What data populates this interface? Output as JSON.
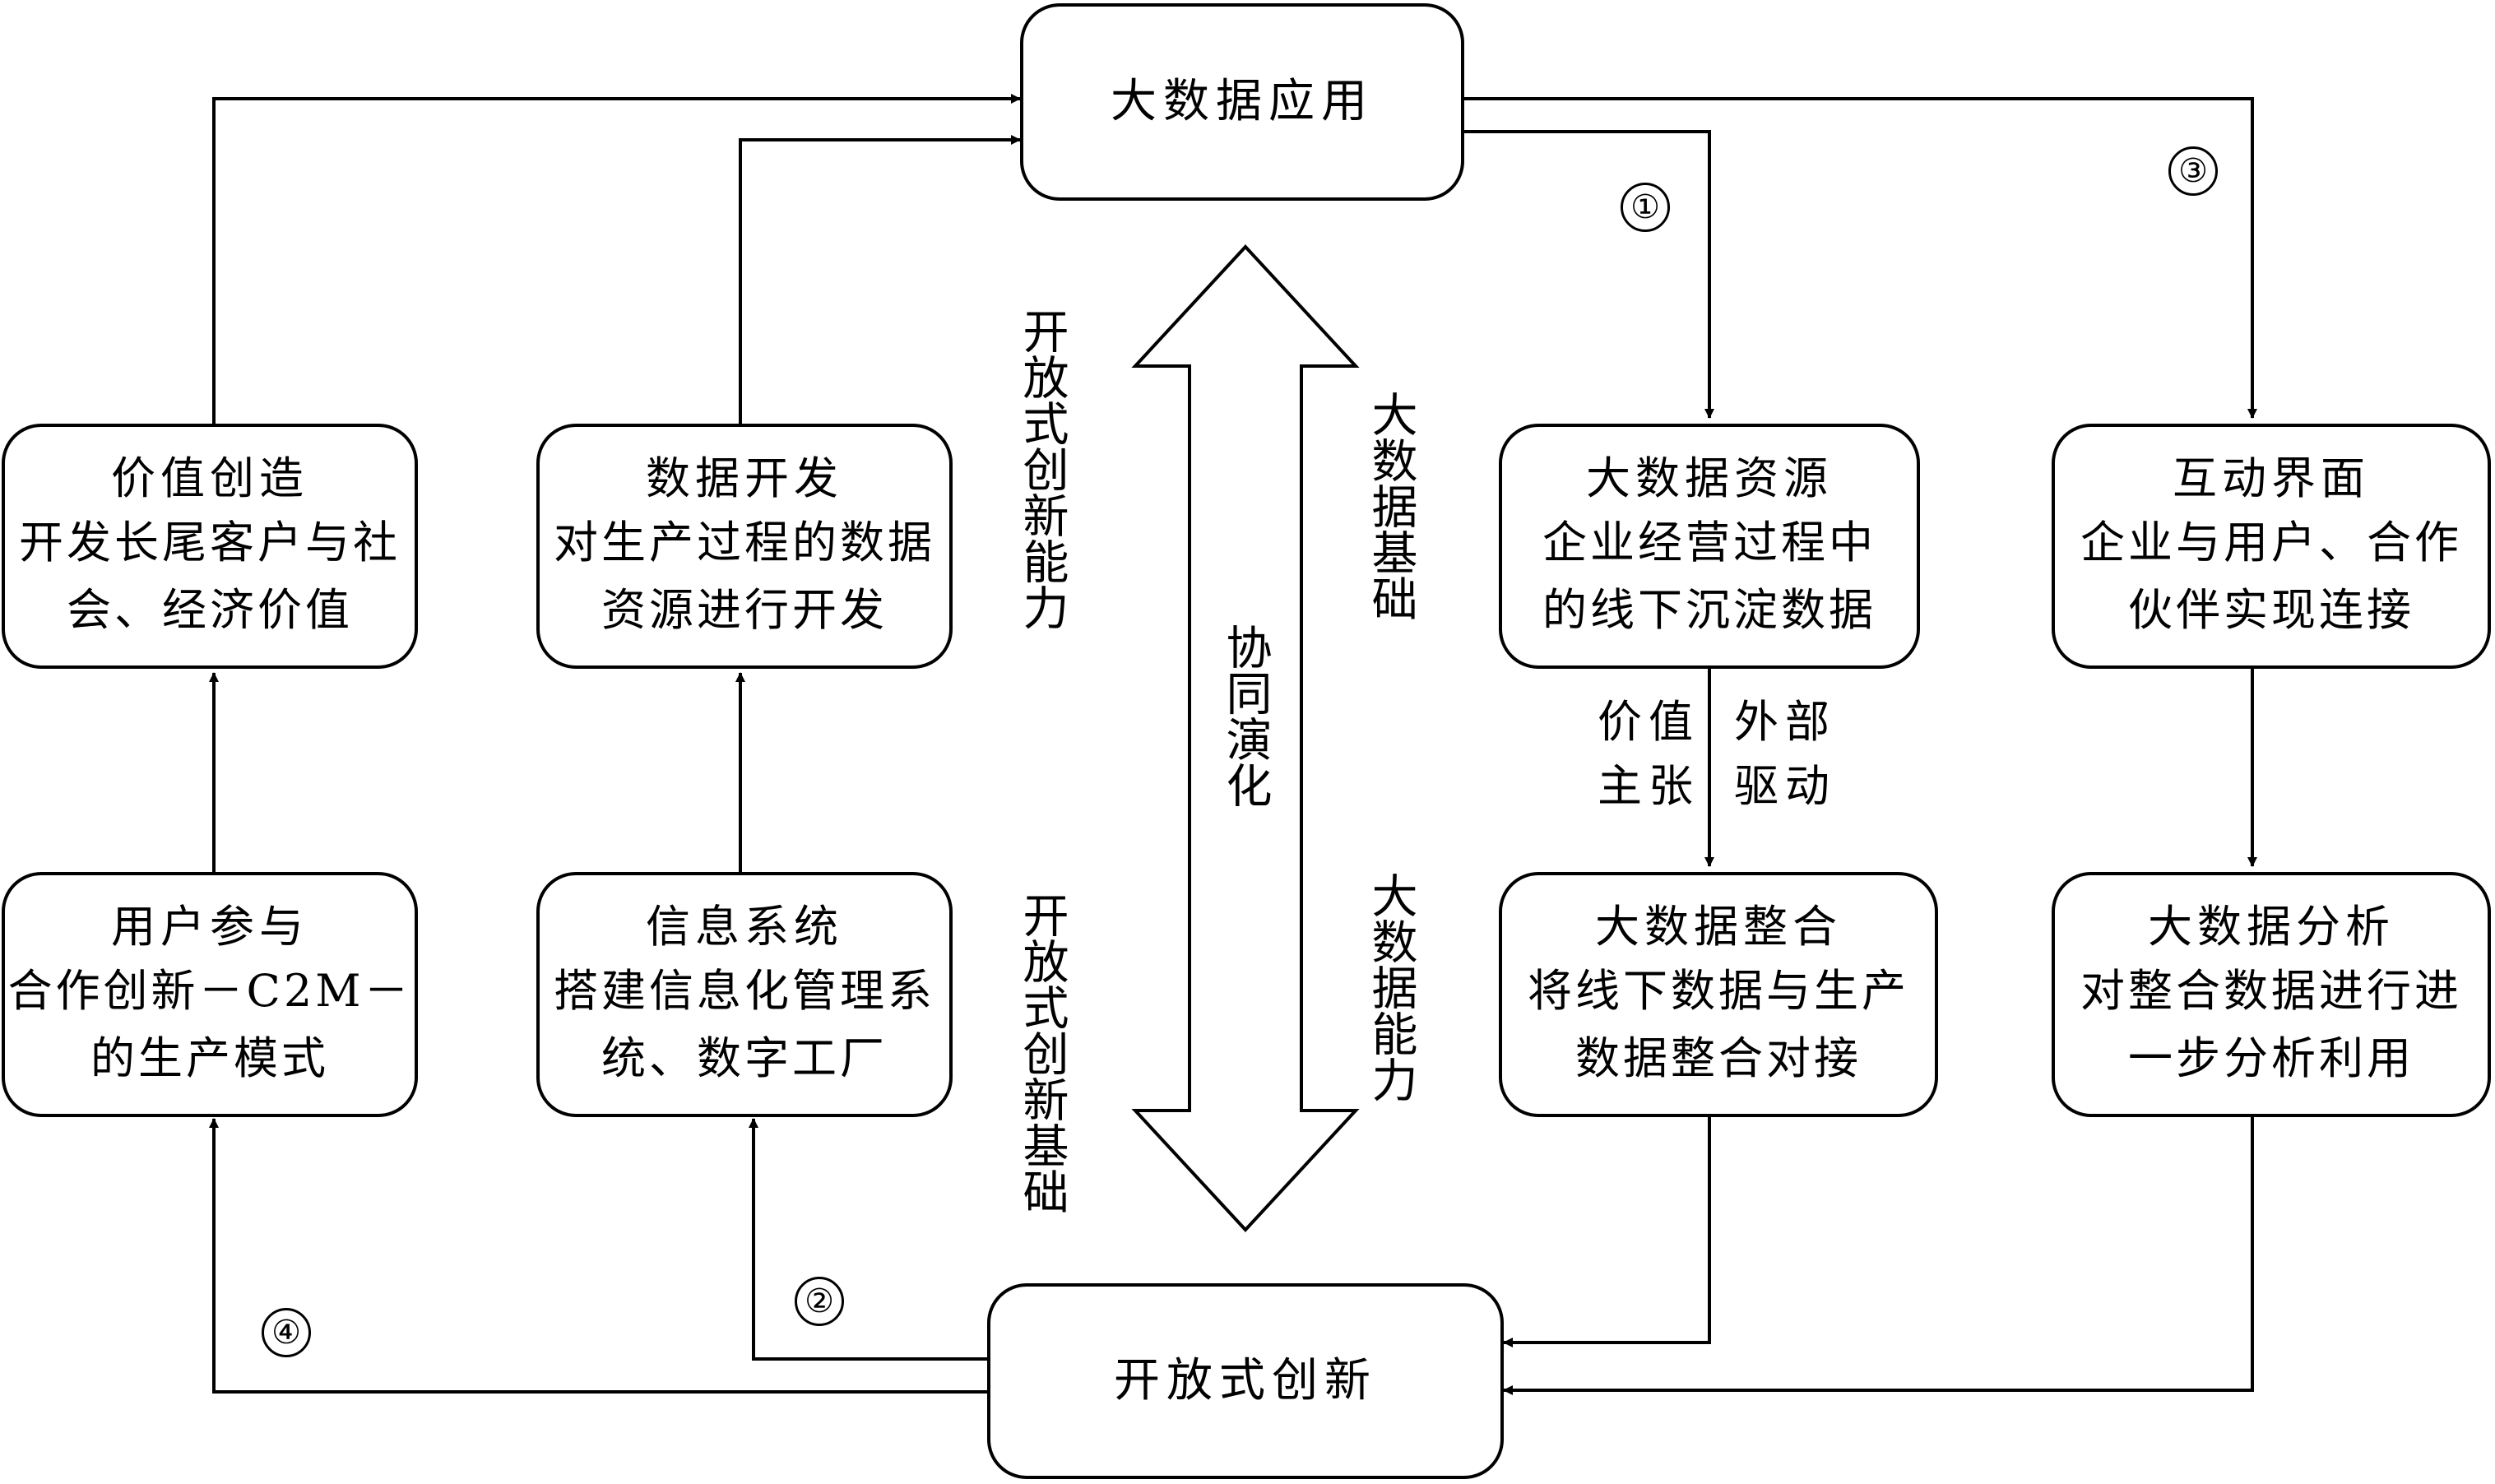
{
  "top": {
    "title": "大数据应用"
  },
  "bottom": {
    "title": "开放式创新"
  },
  "boxes": {
    "value_creation": {
      "title": "价值创造",
      "lines": [
        "开发长尾客户与社",
        "会、经济价值"
      ]
    },
    "data_dev": {
      "title": "数据开发",
      "lines": [
        "对生产过程的数据",
        "资源进行开发"
      ]
    },
    "big_resource": {
      "title": "大数据资源",
      "lines": [
        "企业经营过程中",
        "的线下沉淀数据"
      ]
    },
    "interaction": {
      "title": "互动界面",
      "lines": [
        "企业与用户、合作",
        "伙伴实现连接"
      ]
    },
    "user_participation": {
      "title": "用户参与",
      "lines": [
        "合作创新－C2M－",
        "的生产模式"
      ]
    },
    "info_system": {
      "title": "信息系统",
      "lines": [
        "搭建信息化管理系",
        "统、数字工厂"
      ]
    },
    "integration": {
      "title": "大数据整合",
      "lines": [
        "将线下数据与生产",
        "数据整合对接"
      ]
    },
    "analysis": {
      "title": "大数据分析",
      "lines": [
        "对整合数据进行进",
        "一步分析利用"
      ]
    }
  },
  "vertical_labels": {
    "open_ability": "开放式创新能力",
    "open_foundation": "开放式创新基础",
    "big_foundation": "大数据基础",
    "big_ability": "大数据能力",
    "coevolution": "协同演化"
  },
  "side_labels": {
    "value_proposition": [
      "价值",
      "主张"
    ],
    "external_drive": [
      "外部",
      "驱动"
    ]
  },
  "markers": [
    "①",
    "②",
    "③",
    "④"
  ],
  "colors": {
    "stroke": "#000000",
    "background": "#ffffff"
  }
}
